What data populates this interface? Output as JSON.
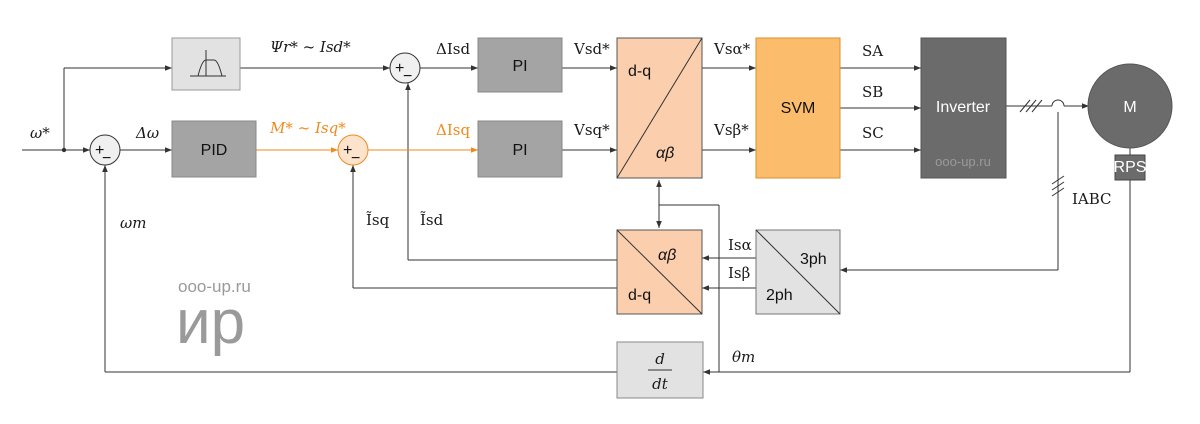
{
  "blocks": {
    "pid": "PID",
    "pi_d": "PI",
    "pi_q": "PI",
    "svm": "SVM",
    "inverter": "Inverter",
    "motor": "M",
    "rps": "RPS",
    "park_top": "d-q",
    "park_bottom": "αβ",
    "invpark_top": "αβ",
    "invpark_bottom": "d-q",
    "clarke_top": "3ph",
    "clarke_bottom": "2ph",
    "deriv_num": "d",
    "deriv_den": "dt"
  },
  "signals": {
    "omega_ref": "ω*",
    "delta_omega": "Δω",
    "omega_m": "ωm",
    "flux_ref": "Ψr* ~ Isd*",
    "torque_ref": "M* ~ Isq*",
    "delta_isd": "ΔIsd",
    "delta_isq": "ΔIsq",
    "vsd": "Vsd*",
    "vsq": "Vsq*",
    "vsalpha": "Vsα*",
    "vsbeta": "Vsβ*",
    "sa": "SA",
    "sb": "SB",
    "sc": "SC",
    "iabc": "IABC",
    "isalpha": "Isα",
    "isbeta": "Isβ",
    "isq_fb": "Ĩsq",
    "isd_fb": "Ĩsd",
    "theta_m": "θm"
  },
  "watermark": {
    "site": "ooo-up.ru",
    "logo": "ир",
    "inverter_site": "ooo-up.ru"
  },
  "colors": {
    "accent": "#f08a1c",
    "orange_fill": "#fbcfae",
    "dark_gray": "#6b6b6b",
    "mid_gray": "#a4a4a4",
    "light_gray": "#e2e2e2"
  }
}
